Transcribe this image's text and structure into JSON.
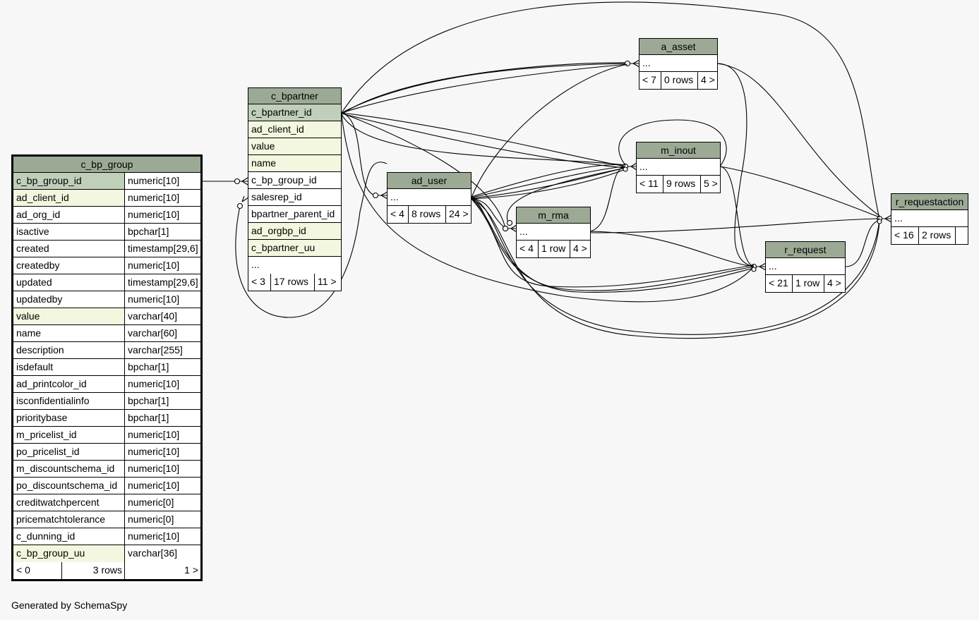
{
  "credit": "Generated by SchemaSpy",
  "c_bp_group": {
    "title": "c_bp_group",
    "columns": [
      {
        "name": "c_bp_group_id",
        "type": "numeric[10]"
      },
      {
        "name": "ad_client_id",
        "type": "numeric[10]"
      },
      {
        "name": "ad_org_id",
        "type": "numeric[10]"
      },
      {
        "name": "isactive",
        "type": "bpchar[1]"
      },
      {
        "name": "created",
        "type": "timestamp[29,6]"
      },
      {
        "name": "createdby",
        "type": "numeric[10]"
      },
      {
        "name": "updated",
        "type": "timestamp[29,6]"
      },
      {
        "name": "updatedby",
        "type": "numeric[10]"
      },
      {
        "name": "value",
        "type": "varchar[40]"
      },
      {
        "name": "name",
        "type": "varchar[60]"
      },
      {
        "name": "description",
        "type": "varchar[255]"
      },
      {
        "name": "isdefault",
        "type": "bpchar[1]"
      },
      {
        "name": "ad_printcolor_id",
        "type": "numeric[10]"
      },
      {
        "name": "isconfidentialinfo",
        "type": "bpchar[1]"
      },
      {
        "name": "prioritybase",
        "type": "bpchar[1]"
      },
      {
        "name": "m_pricelist_id",
        "type": "numeric[10]"
      },
      {
        "name": "po_pricelist_id",
        "type": "numeric[10]"
      },
      {
        "name": "m_discountschema_id",
        "type": "numeric[10]"
      },
      {
        "name": "po_discountschema_id",
        "type": "numeric[10]"
      },
      {
        "name": "creditwatchpercent",
        "type": "numeric[0]"
      },
      {
        "name": "pricematchtolerance",
        "type": "numeric[0]"
      },
      {
        "name": "c_dunning_id",
        "type": "numeric[10]"
      },
      {
        "name": "c_bp_group_uu",
        "type": "varchar[36]"
      }
    ],
    "footer": {
      "parents": "< 0",
      "rows": "3 rows",
      "children": "1 >"
    }
  },
  "c_bpartner": {
    "title": "c_bpartner",
    "columns": [
      "c_bpartner_id",
      "ad_client_id",
      "value",
      "name",
      "c_bp_group_id",
      "salesrep_id",
      "bpartner_parent_id",
      "ad_orgbp_id",
      "c_bpartner_uu",
      "..."
    ],
    "footer": {
      "parents": "< 3",
      "rows": "17 rows",
      "children": "11 >"
    }
  },
  "ad_user": {
    "title": "ad_user",
    "body": "...",
    "footer": {
      "parents": "< 4",
      "rows": "8 rows",
      "children": "24 >"
    }
  },
  "a_asset": {
    "title": "a_asset",
    "body": "...",
    "footer": {
      "parents": "< 7",
      "rows": "0 rows",
      "children": "4 >"
    }
  },
  "m_inout": {
    "title": "m_inout",
    "body": "...",
    "footer": {
      "parents": "< 11",
      "rows": "9 rows",
      "children": "5 >"
    }
  },
  "m_rma": {
    "title": "m_rma",
    "body": "...",
    "footer": {
      "parents": "< 4",
      "rows": "1 row",
      "children": "4 >"
    }
  },
  "r_request": {
    "title": "r_request",
    "body": "...",
    "footer": {
      "parents": "< 21",
      "rows": "1 row",
      "children": "4 >"
    }
  },
  "r_requestaction": {
    "title": "r_requestaction",
    "body": "...",
    "footer": {
      "parents": "< 16",
      "rows": "2 rows",
      "children": ""
    }
  },
  "colors": {
    "header": "#9caa95",
    "primary_key": "#bfcfb9",
    "indexed": "#f4f7df",
    "background": "#f7f7f7"
  }
}
